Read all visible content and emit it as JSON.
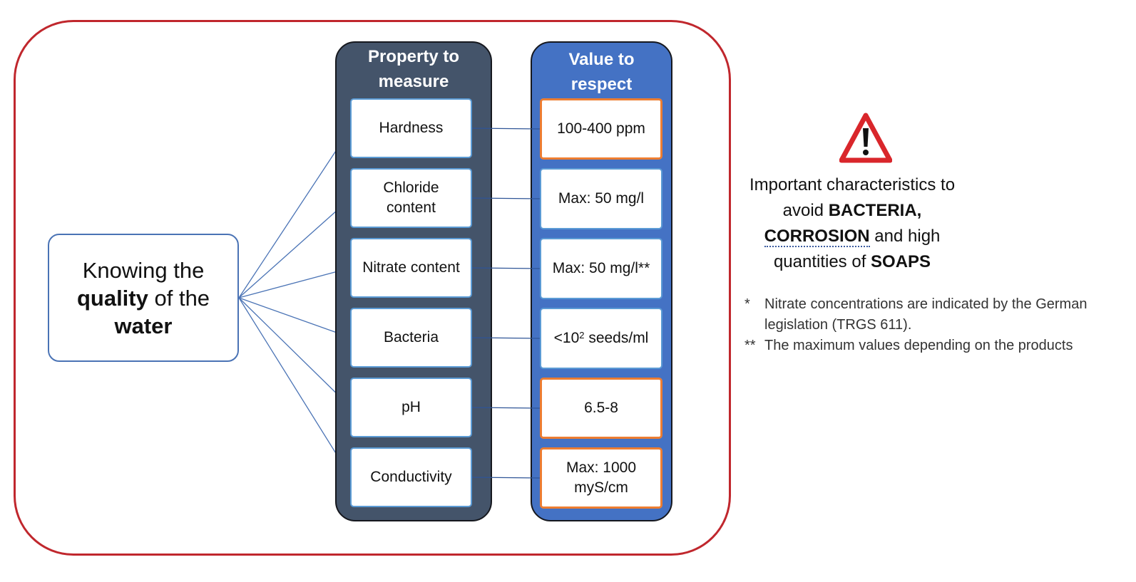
{
  "main_box": {
    "line1": "Knowing the",
    "line2_bold": "quality",
    "line2_rest": "of the",
    "line3_bold": "water"
  },
  "property_column": {
    "header_line1": "Property to",
    "header_line2": "measure",
    "items": [
      {
        "label_line1": "Hardness",
        "label_line2": ""
      },
      {
        "label_line1": "Chloride",
        "label_line2": "content"
      },
      {
        "label_line1": "Nitrate content",
        "label_line2": ""
      },
      {
        "label_line1": "Bacteria",
        "label_line2": ""
      },
      {
        "label_line1": "pH",
        "label_line2": ""
      },
      {
        "label_line1": "Conductivity",
        "label_line2": ""
      }
    ]
  },
  "value_column": {
    "header_line1": "Value to",
    "header_line2": "respect",
    "items": [
      {
        "text": "100-400 ppm",
        "accent": true
      },
      {
        "text": "Max: 50 mg/l",
        "accent": false
      },
      {
        "text": "Max: 50 mg/l**",
        "accent": false
      },
      {
        "text_prefix": "<10",
        "sup": "2",
        "text_suffix": " seeds/ml",
        "accent": false
      },
      {
        "text": "6.5-8",
        "accent": true
      },
      {
        "text_line1": "Max: 1000",
        "text_line2": "myS/cm",
        "accent": true
      }
    ]
  },
  "warning": {
    "icon": "warning-triangle-icon",
    "line1": "Important characteristics to",
    "line2_prefix": "avoid",
    "line2_bold": "BACTERIA,",
    "line3_bold": "CORROSION",
    "line3_rest": "and high",
    "line4_prefix": "quantities of",
    "line4_bold": "SOAPS"
  },
  "notes": [
    {
      "marker": "*",
      "line1": "Nitrate concentrations are indicated by the German",
      "line2": "legislation (TRGS 611)."
    },
    {
      "marker": "**",
      "line1": "The maximum values depending on the products"
    }
  ],
  "colors": {
    "frame_border": "#c0272d",
    "property_column_bg": "#44546a",
    "value_column_bg": "#4472c4",
    "cell_border_blue": "#5b9bd5",
    "cell_border_orange": "#ed7d31",
    "connector_line": "#4a73b5",
    "warning_red": "#d9262b"
  }
}
